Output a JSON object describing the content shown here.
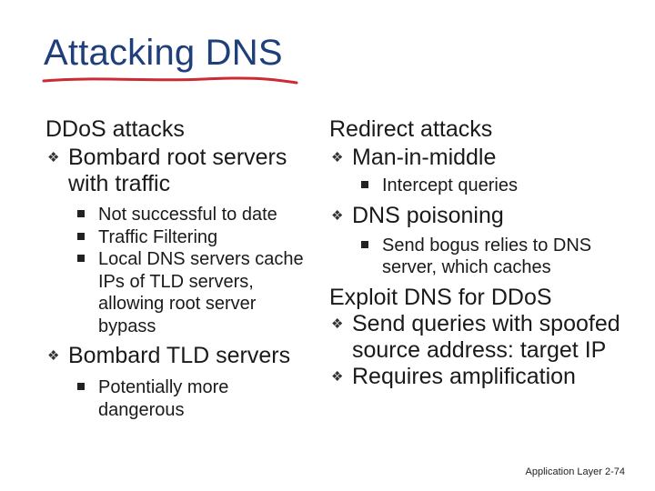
{
  "slide": {
    "title": "Attacking DNS",
    "left": {
      "heading": "DDoS attacks",
      "item1": "Bombard root servers with traffic",
      "item1_sub": [
        "Not successful to date",
        "Traffic Filtering",
        "Local DNS servers cache IPs of TLD servers, allowing root server bypass"
      ],
      "item2": "Bombard TLD servers",
      "item2_sub": [
        "Potentially more dangerous"
      ]
    },
    "right": {
      "heading": "Redirect attacks",
      "item1": "Man-in-middle",
      "item1_sub": [
        "Intercept queries"
      ],
      "item2": "DNS poisoning",
      "item2_sub": [
        "Send bogus relies to DNS server, which caches"
      ],
      "heading2": "Exploit DNS for DDoS",
      "item3": "Send queries with spoofed source address: target IP",
      "item4": "Requires amplification"
    },
    "footer": {
      "label": "Application Layer",
      "page": "2-74"
    },
    "colors": {
      "title": "#1f3f7a",
      "underline": "#cc2a36",
      "text": "#1a1a1a"
    }
  }
}
